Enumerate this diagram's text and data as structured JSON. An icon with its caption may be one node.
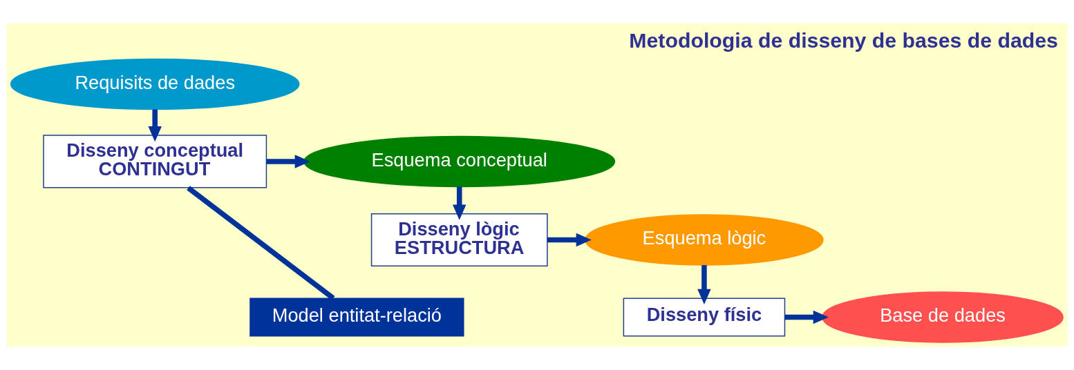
{
  "diagram": {
    "title": "Metodologia de disseny de bases de dades",
    "nodes": [
      {
        "text": [
          "Requisits de dades"
        ]
      },
      {
        "text": [
          "Disseny conceptual",
          "CONTINGUT"
        ]
      },
      {
        "text": [
          "Esquema conceptual"
        ]
      },
      {
        "text": [
          "Disseny lògic",
          "ESTRUCTURA"
        ]
      },
      {
        "text": [
          "Esquema lògic"
        ]
      },
      {
        "text": [
          "Disseny físic"
        ]
      },
      {
        "text": [
          "Base de dades"
        ]
      },
      {
        "text": [
          "Model entitat-relació"
        ]
      }
    ],
    "edges": [
      {
        "from": 0,
        "to": 1,
        "arrow": "to"
      },
      {
        "from": 1,
        "to": 2,
        "arrow": "to"
      },
      {
        "from": 2,
        "to": 3,
        "arrow": "to"
      },
      {
        "from": 3,
        "to": 4,
        "arrow": "to"
      },
      {
        "from": 4,
        "to": 5,
        "arrow": "to"
      },
      {
        "from": 5,
        "to": 6,
        "arrow": "to"
      },
      {
        "from": 7,
        "to": 1,
        "arrow": "none"
      }
    ]
  }
}
